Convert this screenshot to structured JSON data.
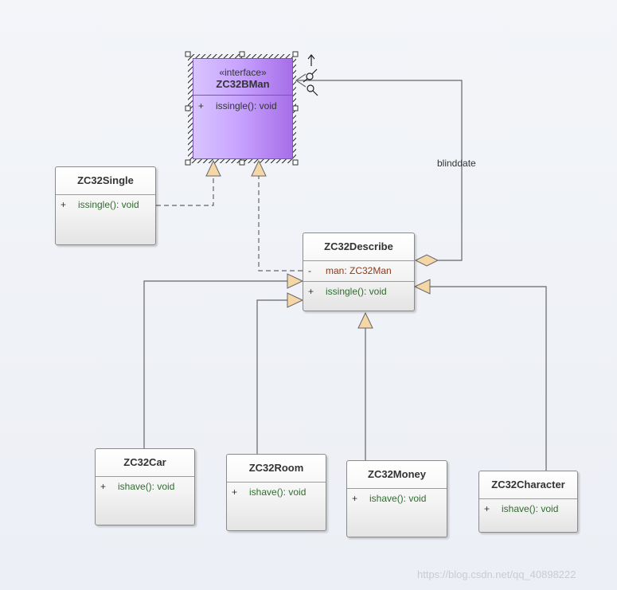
{
  "diagram": {
    "interface": {
      "stereotype": "«interface»",
      "name": "ZC32BMan",
      "operations": [
        {
          "vis": "+",
          "text": "issingle(): void"
        }
      ]
    },
    "single": {
      "name": "ZC32Single",
      "operations": [
        {
          "vis": "+",
          "text": "issingle(): void"
        }
      ]
    },
    "describe": {
      "name": "ZC32Describe",
      "attributes": [
        {
          "vis": "-",
          "text": "man: ZC32Man"
        }
      ],
      "operations": [
        {
          "vis": "+",
          "text": "issingle(): void"
        }
      ]
    },
    "car": {
      "name": "ZC32Car",
      "operations": [
        {
          "vis": "+",
          "text": "ishave(): void"
        }
      ]
    },
    "room": {
      "name": "ZC32Room",
      "operations": [
        {
          "vis": "+",
          "text": "ishave(): void"
        }
      ]
    },
    "money": {
      "name": "ZC32Money",
      "operations": [
        {
          "vis": "+",
          "text": "ishave(): void"
        }
      ]
    },
    "character": {
      "name": "ZC32Character",
      "operations": [
        {
          "vis": "+",
          "text": "ishave(): void"
        }
      ]
    },
    "association_label": "blinddate"
  },
  "watermark": "https://blog.csdn.net/qq_40898222",
  "colors": {
    "interface_fill": "#c8a4ff",
    "triangle_fill": "#f5d6a6",
    "line": "#666666",
    "operation_text": "#2f6b2f",
    "attribute_text": "#8a3a1a"
  }
}
